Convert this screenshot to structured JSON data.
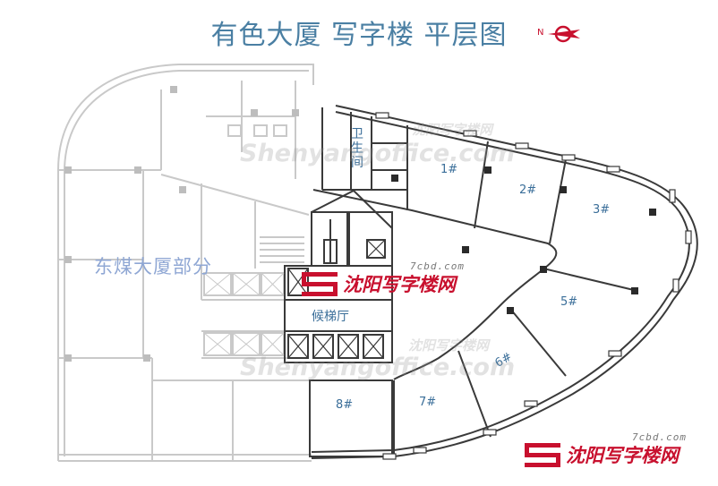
{
  "title": "有色大厦 写字楼 平层图",
  "north_label": "N",
  "units": [
    "1#",
    "2#",
    "3#",
    "5#",
    "6#",
    "7#",
    "8#"
  ],
  "lobby_label": "候梯厅",
  "toilet_label": "卫生间",
  "east_wing_label": "东煤大厦部分",
  "watermark": {
    "brand": "沈阳写字楼网",
    "domain": "7cbd.com",
    "latin": "Shenyangoffice.com"
  },
  "colors": {
    "title": "#4a7fa3",
    "unit_label": "#3a6e99",
    "wall": "#3a3a3a",
    "light_wall": "#c7c7c7",
    "brand_red": "#c8102e",
    "ghost_label": "#8fa7d4"
  }
}
